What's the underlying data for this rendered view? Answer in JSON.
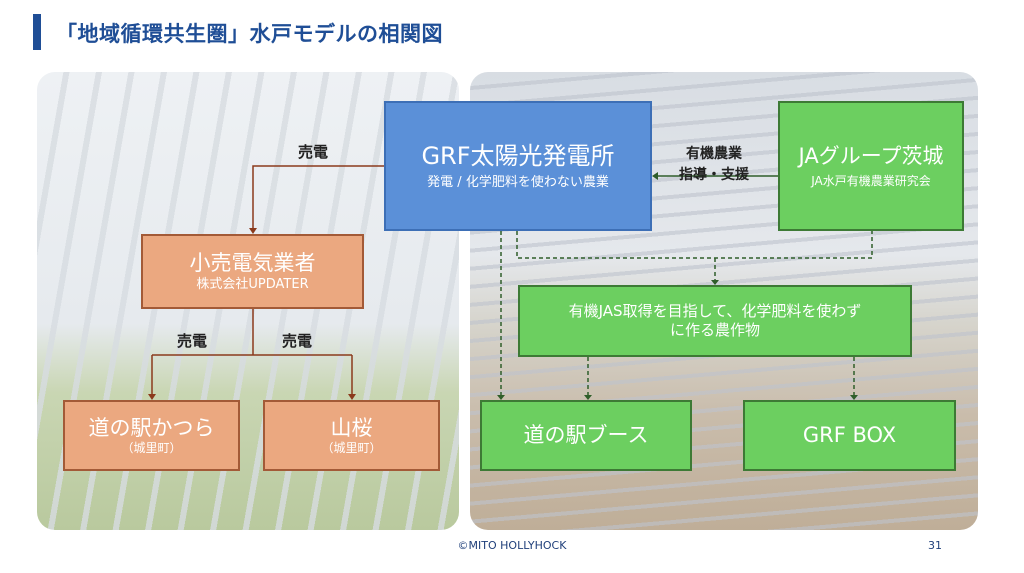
{
  "title": "「地域循環共生圏」水戸モデルの相関図",
  "grf": {
    "title": "GRF太陽光発電所",
    "sub": "発電 / 化学肥料を使わない農業"
  },
  "ja": {
    "title": "JAグループ茨城",
    "sub": "JA水戸有機農業研究会"
  },
  "support_label": {
    "line1": "有機農業",
    "line2": "指導・支援"
  },
  "retailer": {
    "title": "小売電気業者",
    "sub": "株式会社UPDATER"
  },
  "sell_label": "売電",
  "katsura": {
    "title": "道の駅かつら",
    "sub": "（城里町）"
  },
  "yamazakura": {
    "title": "山桜",
    "sub": "（城里町）"
  },
  "crops": {
    "line1": "有機JAS取得を目指して、化学肥料を使わず",
    "line2": "に作る農作物"
  },
  "booth": "道の駅ブース",
  "grfbox": "GRF BOX",
  "footer": "©MITO HOLLYHOCK",
  "page": "31"
}
